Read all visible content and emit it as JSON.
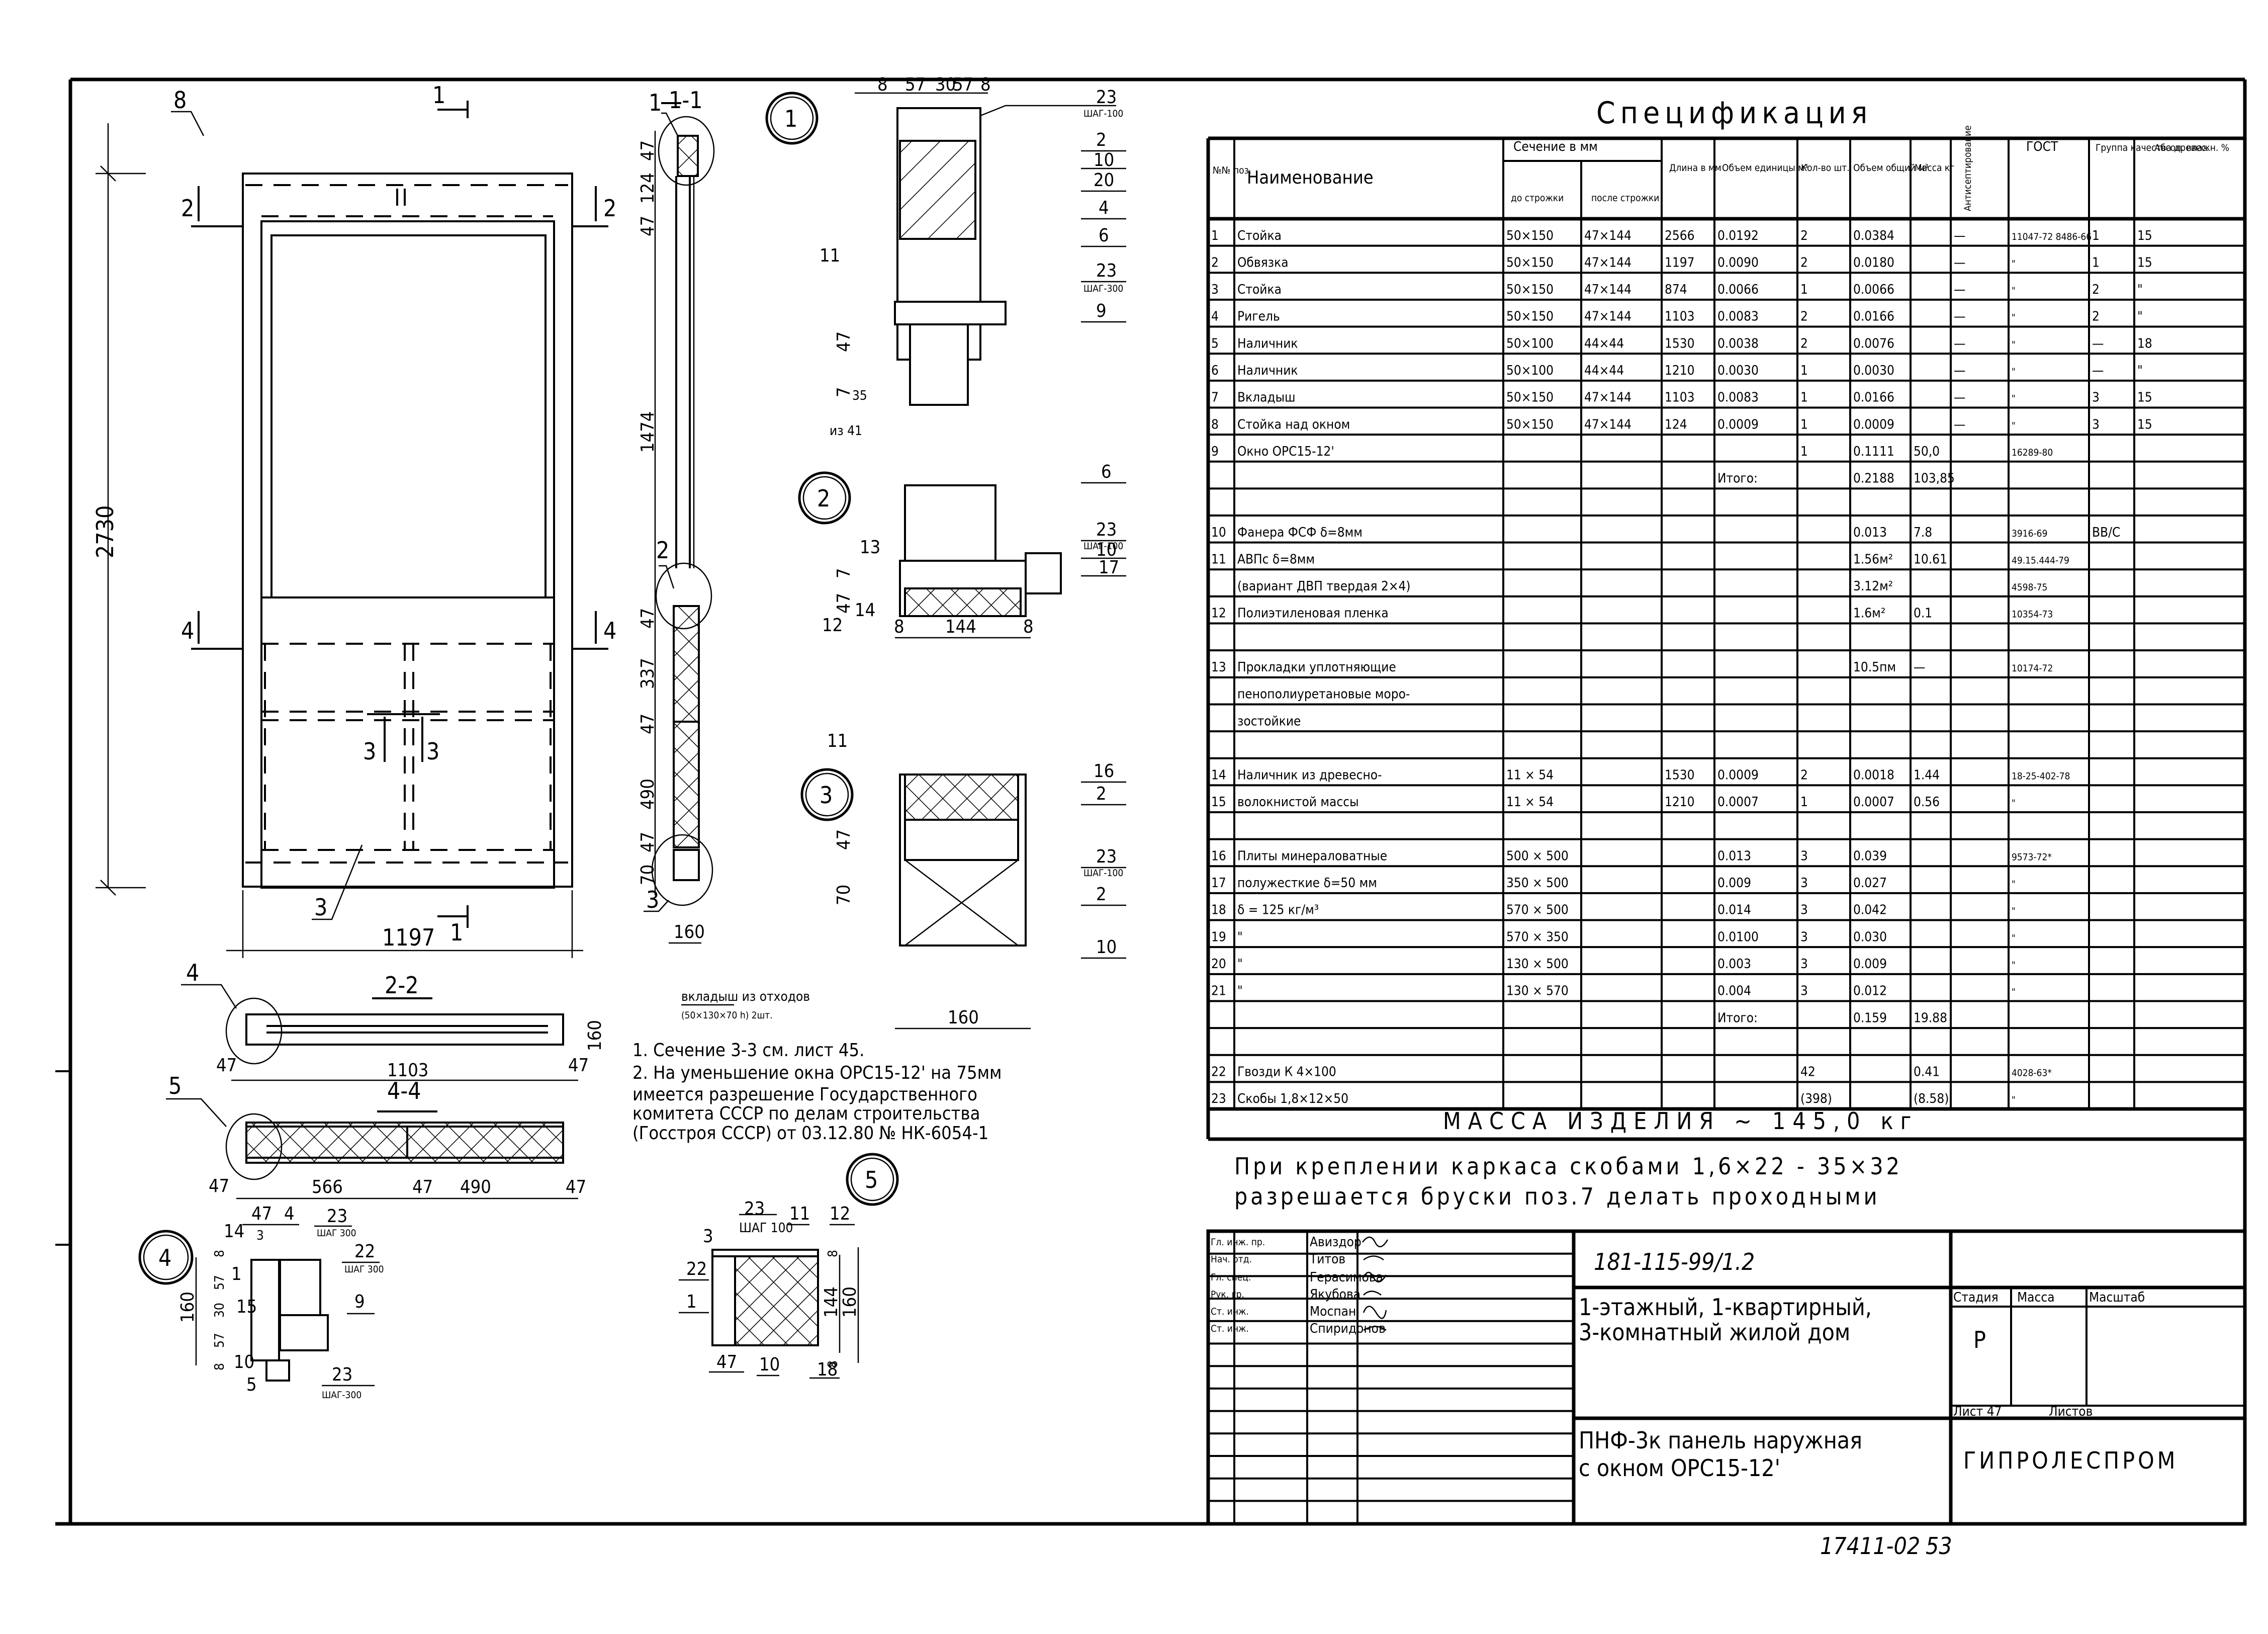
{
  "sheet": {
    "archive_number": "17411-02",
    "page_number": "53"
  },
  "views": {
    "elevation": {
      "height_dim": "2730",
      "width_dim": "1197",
      "callouts": [
        "8",
        "3"
      ],
      "section_marks": [
        "1",
        "1",
        "2",
        "2",
        "4",
        "4",
        "3",
        "3"
      ]
    },
    "section_1_1": {
      "title": "1-1",
      "dims": [
        "47",
        "124",
        "47",
        "1474",
        "47",
        "337",
        "47",
        "490",
        "47",
        "70",
        "160"
      ],
      "callouts": [
        "1",
        "2",
        "3"
      ]
    },
    "section_2_2": {
      "title": "2-2",
      "dims": [
        "47",
        "1103",
        "47",
        "160"
      ],
      "callout": "4"
    },
    "section_4_4": {
      "title": "4-4",
      "dims": [
        "47",
        "566",
        "47",
        "490",
        "47"
      ],
      "callout": "5"
    },
    "node_1": {
      "label": "1",
      "top_dims": [
        "8",
        "57",
        "30",
        "57",
        "8"
      ],
      "side_dims": [
        "47",
        "7",
        "35"
      ],
      "callouts": [
        "23",
        "ШАГ-100",
        "2",
        "10",
        "20",
        "4",
        "6",
        "23",
        "ШАГ-300",
        "9",
        "11",
        "из 41"
      ]
    },
    "node_2": {
      "label": "2",
      "side_dims": [
        "7",
        "47"
      ],
      "bottom_dims": [
        "8",
        "144",
        "8"
      ],
      "callouts": [
        "6",
        "13",
        "23",
        "ШАГ-100",
        "10",
        "17",
        "14",
        "12"
      ]
    },
    "node_3": {
      "label": "3",
      "side_dims": [
        "47",
        "70"
      ],
      "bottom_dim": "160",
      "callouts": [
        "11",
        "16",
        "2",
        "23",
        "ШАГ-100",
        "2",
        "10"
      ],
      "note_line1": "вкладыш из отходов",
      "note_line2": "(50×130×70 h) 2шт."
    },
    "node_4": {
      "label": "4",
      "dims": [
        "47",
        "4",
        "3",
        "8",
        "57",
        "30",
        "57",
        "8",
        "160"
      ],
      "callouts": [
        "14",
        "1",
        "15",
        "10",
        "5",
        "23",
        "ШАГ 300",
        "22",
        "ШАГ 300",
        "9",
        "23",
        "ШАГ-300"
      ]
    },
    "node_5": {
      "label": "5",
      "dims": [
        "3",
        "47",
        "8",
        "144",
        "160",
        "8"
      ],
      "callouts": [
        "23",
        "ШАГ 100",
        "11",
        "12",
        "22",
        "1",
        "10",
        "18"
      ]
    }
  },
  "notes": [
    "1. Сечение 3-3 см. лист 45.",
    "2. На уменьшение окна ОРС15-12' на 75мм",
    "имеется разрешение Государственного",
    "комитета СССР по делам строительства",
    "(Госстроя СССР) от 03.12.80 № НК-6054-1"
  ],
  "spec": {
    "title": "Спецификация",
    "headers": {
      "pos": "№№ поз.",
      "name": "Наименование",
      "section": "Сечение в мм",
      "before": "до строжки",
      "after": "после строжки",
      "length": "Длина в мм",
      "unit_vol": "Объем единицы м³",
      "qty": "Кол-во шт.",
      "total_vol": "Объем общий м³",
      "mass": "Масса кг",
      "antisept": "Антисептирование",
      "gost": "ГОСТ",
      "group": "Группа качества древес.",
      "moisture": "Абсол. влажн. %"
    },
    "rows": [
      {
        "pos": "1",
        "name": "Стойка",
        "before": "50×150",
        "after": "47×144",
        "length": "2566",
        "unit_vol": "0.0192",
        "qty": "2",
        "total_vol": "0.0384",
        "mass": "",
        "antisept": "—",
        "gost": "11047-72 8486-66",
        "group": "1",
        "moisture": "15"
      },
      {
        "pos": "2",
        "name": "Обвязка",
        "before": "50×150",
        "after": "47×144",
        "length": "1197",
        "unit_vol": "0.0090",
        "qty": "2",
        "total_vol": "0.0180",
        "mass": "",
        "antisept": "—",
        "gost": "\"",
        "group": "1",
        "moisture": "15"
      },
      {
        "pos": "3",
        "name": "Стойка",
        "before": "50×150",
        "after": "47×144",
        "length": "874",
        "unit_vol": "0.0066",
        "qty": "1",
        "total_vol": "0.0066",
        "mass": "",
        "antisept": "—",
        "gost": "\"",
        "group": "2",
        "moisture": "\""
      },
      {
        "pos": "4",
        "name": "Ригель",
        "before": "50×150",
        "after": "47×144",
        "length": "1103",
        "unit_vol": "0.0083",
        "qty": "2",
        "total_vol": "0.0166",
        "mass": "",
        "antisept": "—",
        "gost": "\"",
        "group": "2",
        "moisture": "\""
      },
      {
        "pos": "5",
        "name": "Наличник",
        "before": "50×100",
        "after": "44×44",
        "length": "1530",
        "unit_vol": "0.0038",
        "qty": "2",
        "total_vol": "0.0076",
        "mass": "",
        "antisept": "—",
        "gost": "\"",
        "group": "—",
        "moisture": "18"
      },
      {
        "pos": "6",
        "name": "Наличник",
        "before": "50×100",
        "after": "44×44",
        "length": "1210",
        "unit_vol": "0.0030",
        "qty": "1",
        "total_vol": "0.0030",
        "mass": "",
        "antisept": "—",
        "gost": "\"",
        "group": "—",
        "moisture": "\""
      },
      {
        "pos": "7",
        "name": "Вкладыш",
        "before": "50×150",
        "after": "47×144",
        "length": "1103",
        "unit_vol": "0.0083",
        "qty": "1",
        "total_vol": "0.0166",
        "mass": "",
        "antisept": "—",
        "gost": "\"",
        "group": "3",
        "moisture": "15"
      },
      {
        "pos": "8",
        "name": "Стойка над окном",
        "before": "50×150",
        "after": "47×144",
        "length": "124",
        "unit_vol": "0.0009",
        "qty": "1",
        "total_vol": "0.0009",
        "mass": "",
        "antisept": "—",
        "gost": "\"",
        "group": "3",
        "moisture": "15"
      },
      {
        "pos": "9",
        "name": "Окно ОРС15-12'",
        "before": "",
        "after": "",
        "length": "",
        "unit_vol": "",
        "qty": "1",
        "total_vol": "0.1111",
        "mass": "50,0",
        "antisept": "",
        "gost": "16289-80",
        "group": "",
        "moisture": ""
      },
      {
        "pos": "",
        "name": "",
        "before": "",
        "after": "",
        "length": "",
        "unit_vol": "Итого:",
        "qty": "",
        "total_vol": "0.2188",
        "mass": "103,85",
        "antisept": "",
        "gost": "",
        "group": "",
        "moisture": ""
      },
      {
        "pos": "",
        "name": "",
        "before": "",
        "after": "",
        "length": "",
        "unit_vol": "",
        "qty": "",
        "total_vol": "",
        "mass": "",
        "antisept": "",
        "gost": "",
        "group": "",
        "moisture": ""
      },
      {
        "pos": "10",
        "name": "Фанера ФСФ δ=8мм",
        "before": "",
        "after": "",
        "length": "",
        "unit_vol": "",
        "qty": "",
        "total_vol": "0.013",
        "mass": "7.8",
        "antisept": "",
        "gost": "3916-69",
        "group": "ВВ/С",
        "moisture": ""
      },
      {
        "pos": "11",
        "name": "АВПс δ=8мм",
        "before": "",
        "after": "",
        "length": "",
        "unit_vol": "",
        "qty": "",
        "total_vol": "1.56м²",
        "mass": "10.61",
        "antisept": "",
        "gost": "49.15.444-79",
        "group": "",
        "moisture": ""
      },
      {
        "pos": "",
        "name": "(вариант ДВП твердая 2×4)",
        "before": "",
        "after": "",
        "length": "",
        "unit_vol": "",
        "qty": "",
        "total_vol": "3.12м²",
        "mass": "",
        "antisept": "",
        "gost": "4598-75",
        "group": "",
        "moisture": ""
      },
      {
        "pos": "12",
        "name": "Полиэтиленовая пленка",
        "before": "",
        "after": "",
        "length": "",
        "unit_vol": "",
        "qty": "",
        "total_vol": "1.6м²",
        "mass": "0.1",
        "antisept": "",
        "gost": "10354-73",
        "group": "",
        "moisture": ""
      },
      {
        "pos": "",
        "name": "",
        "before": "",
        "after": "",
        "length": "",
        "unit_vol": "",
        "qty": "",
        "total_vol": "",
        "mass": "",
        "antisept": "",
        "gost": "",
        "group": "",
        "moisture": ""
      },
      {
        "pos": "13",
        "name": "Прокладки уплотняющие",
        "before": "",
        "after": "",
        "length": "",
        "unit_vol": "",
        "qty": "",
        "total_vol": "10.5пм",
        "mass": "—",
        "antisept": "",
        "gost": "10174-72",
        "group": "",
        "moisture": ""
      },
      {
        "pos": "",
        "name": "пенополиуретановые моро-",
        "before": "",
        "after": "",
        "length": "",
        "unit_vol": "",
        "qty": "",
        "total_vol": "",
        "mass": "",
        "antisept": "",
        "gost": "",
        "group": "",
        "moisture": ""
      },
      {
        "pos": "",
        "name": "зостойкие",
        "before": "",
        "after": "",
        "length": "",
        "unit_vol": "",
        "qty": "",
        "total_vol": "",
        "mass": "",
        "antisept": "",
        "gost": "",
        "group": "",
        "moisture": ""
      },
      {
        "pos": "",
        "name": "",
        "before": "",
        "after": "",
        "length": "",
        "unit_vol": "",
        "qty": "",
        "total_vol": "",
        "mass": "",
        "antisept": "",
        "gost": "",
        "group": "",
        "moisture": ""
      },
      {
        "pos": "14",
        "name": "Наличник из древесно-",
        "before": "11 × 54",
        "after": "",
        "length": "1530",
        "unit_vol": "0.0009",
        "qty": "2",
        "total_vol": "0.0018",
        "mass": "1.44",
        "antisept": "",
        "gost": "18-25-402-78",
        "group": "",
        "moisture": ""
      },
      {
        "pos": "15",
        "name": "волокнистой массы",
        "before": "11 × 54",
        "after": "",
        "length": "1210",
        "unit_vol": "0.0007",
        "qty": "1",
        "total_vol": "0.0007",
        "mass": "0.56",
        "antisept": "",
        "gost": "\"",
        "group": "",
        "moisture": ""
      },
      {
        "pos": "",
        "name": "",
        "before": "",
        "after": "",
        "length": "",
        "unit_vol": "",
        "qty": "",
        "total_vol": "",
        "mass": "",
        "antisept": "",
        "gost": "",
        "group": "",
        "moisture": ""
      },
      {
        "pos": "16",
        "name": "Плиты минераловатные",
        "before": "500 × 500",
        "after": "",
        "length": "",
        "unit_vol": "0.013",
        "qty": "3",
        "total_vol": "0.039",
        "mass": "",
        "antisept": "",
        "gost": "9573-72*",
        "group": "",
        "moisture": ""
      },
      {
        "pos": "17",
        "name": "полужесткие δ=50 мм",
        "before": "350 × 500",
        "after": "",
        "length": "",
        "unit_vol": "0.009",
        "qty": "3",
        "total_vol": "0.027",
        "mass": "",
        "antisept": "",
        "gost": "\"",
        "group": "",
        "moisture": ""
      },
      {
        "pos": "18",
        "name": "δ = 125 кг/м³",
        "before": "570 × 500",
        "after": "",
        "length": "",
        "unit_vol": "0.014",
        "qty": "3",
        "total_vol": "0.042",
        "mass": "",
        "antisept": "",
        "gost": "\"",
        "group": "",
        "moisture": ""
      },
      {
        "pos": "19",
        "name": "\"",
        "before": "570 × 350",
        "after": "",
        "length": "",
        "unit_vol": "0.0100",
        "qty": "3",
        "total_vol": "0.030",
        "mass": "",
        "antisept": "",
        "gost": "\"",
        "group": "",
        "moisture": ""
      },
      {
        "pos": "20",
        "name": "\"",
        "before": "130 × 500",
        "after": "",
        "length": "",
        "unit_vol": "0.003",
        "qty": "3",
        "total_vol": "0.009",
        "mass": "",
        "antisept": "",
        "gost": "\"",
        "group": "",
        "moisture": ""
      },
      {
        "pos": "21",
        "name": "\"",
        "before": "130 × 570",
        "after": "",
        "length": "",
        "unit_vol": "0.004",
        "qty": "3",
        "total_vol": "0.012",
        "mass": "",
        "antisept": "",
        "gost": "\"",
        "group": "",
        "moisture": ""
      },
      {
        "pos": "",
        "name": "",
        "before": "",
        "after": "",
        "length": "",
        "unit_vol": "Итого:",
        "qty": "",
        "total_vol": "0.159",
        "mass": "19.88",
        "antisept": "",
        "gost": "",
        "group": "",
        "moisture": ""
      },
      {
        "pos": "",
        "name": "",
        "before": "",
        "after": "",
        "length": "",
        "unit_vol": "",
        "qty": "",
        "total_vol": "",
        "mass": "",
        "antisept": "",
        "gost": "",
        "group": "",
        "moisture": ""
      },
      {
        "pos": "22",
        "name": "Гвозди К 4×100",
        "before": "",
        "after": "",
        "length": "",
        "unit_vol": "",
        "qty": "42",
        "total_vol": "",
        "mass": "0.41",
        "antisept": "",
        "gost": "4028-63*",
        "group": "",
        "moisture": ""
      },
      {
        "pos": "23",
        "name": "Скобы 1,8×12×50",
        "before": "",
        "after": "",
        "length": "",
        "unit_vol": "",
        "qty": "(398)",
        "total_vol": "",
        "mass": "(8.58)",
        "antisept": "",
        "gost": "\"",
        "group": "",
        "moisture": ""
      }
    ],
    "total_mass": "МАССА ИЗДЕЛИЯ ~ 145,0 кг"
  },
  "fastening_note": [
    "При креплении каркаса скобами 1,6×22 - 35×32",
    "разрешается бруски поз.7 делать проходными"
  ],
  "title_block": {
    "staff": [
      {
        "role": "Гл. инж. пр.",
        "name": "Авиздор"
      },
      {
        "role": "Нач. отд.",
        "name": "Титов"
      },
      {
        "role": "Гл. спец.",
        "name": "Герасимова"
      },
      {
        "role": "Рук. гр.",
        "name": "Якубова"
      },
      {
        "role": "Ст. инж.",
        "name": "Моспан"
      },
      {
        "role": "Ст. инж.",
        "name": "Спиридонов"
      }
    ],
    "doc_code": "181-115-99/1.2",
    "project_line1": "1-этажный, 1-квартирный,",
    "project_line2": "3-комнатный жилой дом",
    "stage_label": "Стадия",
    "mass_label": "Масса",
    "scale_label": "Масштаб",
    "stage_value": "Р",
    "sheet_label": "Лист 47",
    "sheets_label": "Листов",
    "drawing_title_line1": "ПНФ-3к панель наружная",
    "drawing_title_line2": "с окном ОРС15-12'",
    "organization": "ГИПРОЛЕСПРОМ"
  }
}
